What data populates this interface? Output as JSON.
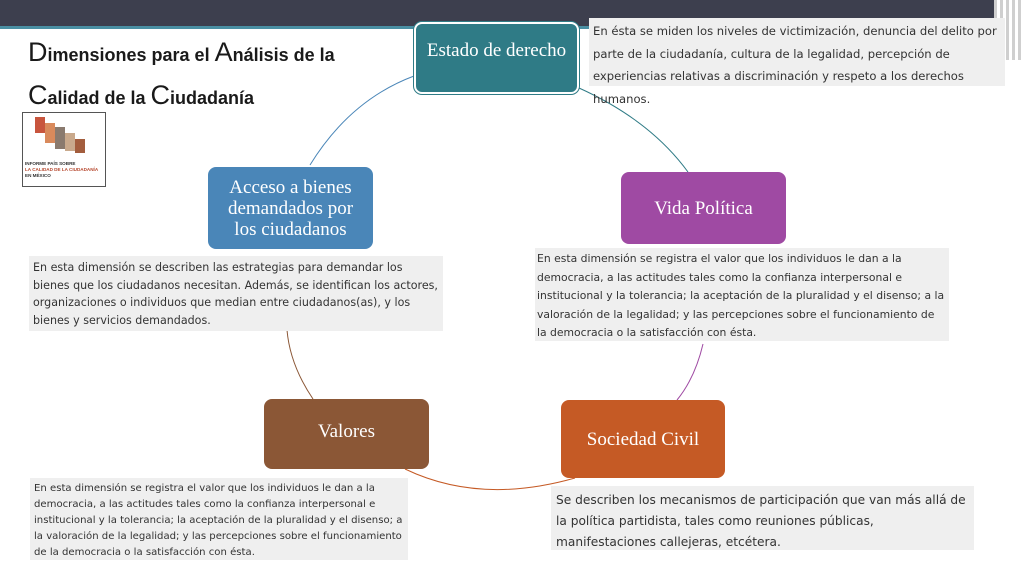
{
  "title": {
    "w1_cap": "D",
    "w1_rest": "imensiones para el ",
    "w2_cap": "A",
    "w2_rest": "nálisis de la",
    "w3_cap": "C",
    "w3_rest": "alidad de la ",
    "w4_cap": "C",
    "w4_rest": "iudadanía"
  },
  "logo": {
    "line1": "INFORME PAÍS SOBRE",
    "line2": "LA CALIDAD DE LA CIUDADANÍA",
    "line3": "EN MÉXICO"
  },
  "nodes": {
    "estado": "Estado de derecho",
    "vida": "Vida Política",
    "sociedad": "Sociedad Civil",
    "valores": "Valores",
    "acceso": "Acceso a bienes demandados por los ciudadanos"
  },
  "descriptions": {
    "estado": "En ésta se miden los niveles de victimización, denuncia del delito por parte de la ciudadanía, cultura de la legalidad, percepción de experiencias relativas a discriminación y respeto a los derechos humanos.",
    "vida": "En esta dimensión se registra el valor que los individuos le dan a la democracia, a las actitudes tales como la confianza interpersonal e institucional y la tolerancia; la aceptación de la pluralidad y el disenso; a la valoración de la legalidad; y las percepciones sobre el funcionamiento de la democracia o la satisfacción con ésta.",
    "acceso": "En esta dimensión se describen las estrategias para demandar los bienes que los ciudadanos necesitan. Además, se identifican los actores, organizaciones o individuos que median entre ciudadanos(as), y los bienes y servicios demandados.",
    "valores": "En esta dimensión se registra el valor que los individuos le dan a la democracia, a las actitudes tales como la confianza interpersonal e institucional y la tolerancia; la aceptación de la pluralidad y el disenso; a la valoración de la legalidad; y las percepciones sobre el funcionamiento de la democracia o la satisfacción con ésta.",
    "sociedad": "Se describen los mecanismos de participación que van más allá de la política partidista, tales como reuniones públicas, manifestaciones callejeras, etcétera."
  },
  "colors": {
    "estado": "#2f7b86",
    "vida": "#9f4aa3",
    "sociedad": "#c55a25",
    "valores": "#8b5736",
    "acceso": "#4a86b8"
  }
}
